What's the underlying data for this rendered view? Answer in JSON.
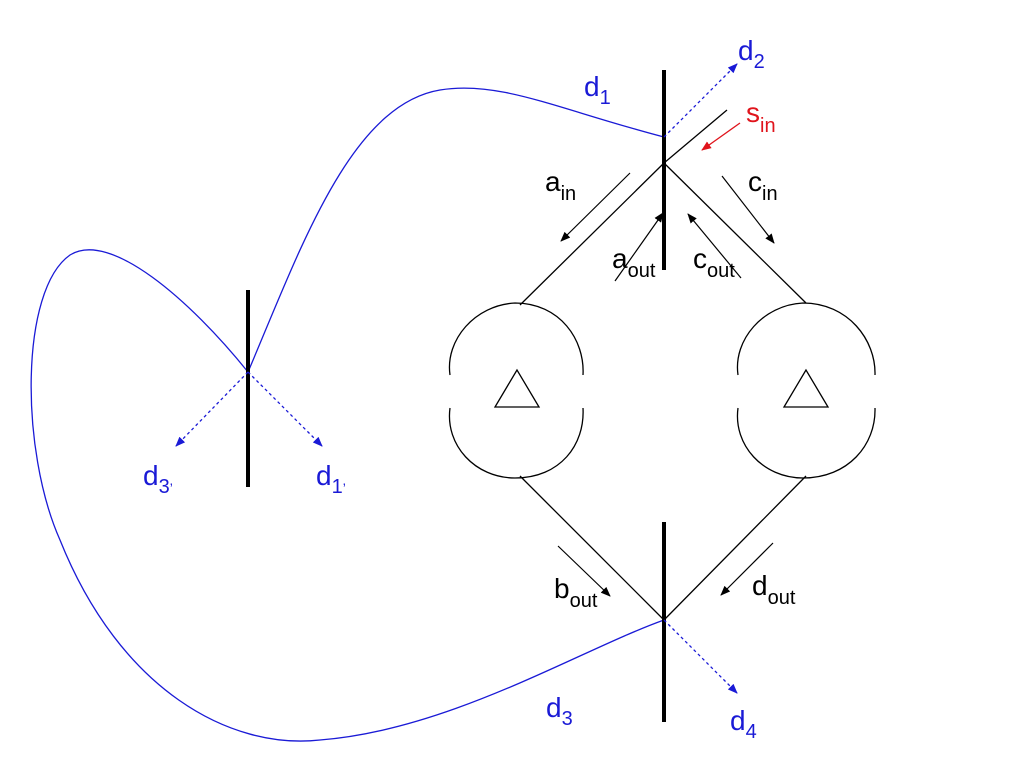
{
  "colors": {
    "black": "#000000",
    "blue": "#1a1ad6",
    "red": "#e0141c"
  },
  "labels": {
    "d1": {
      "base": "d",
      "sub": "1"
    },
    "d2": {
      "base": "d",
      "sub": "2"
    },
    "d3": {
      "base": "d",
      "sub": "3"
    },
    "d4": {
      "base": "d",
      "sub": "4"
    },
    "d3p": {
      "base": "d",
      "sub": "3",
      "prime": "’"
    },
    "d1p": {
      "base": "d",
      "sub": "1",
      "prime": "’"
    },
    "s_in": {
      "base": "s",
      "sub": "in"
    },
    "a_in": {
      "base": "a",
      "sub": "in"
    },
    "a_out": {
      "base": "a",
      "sub": "out"
    },
    "c_in": {
      "base": "c",
      "sub": "in"
    },
    "c_out": {
      "base": "c",
      "sub": "out"
    },
    "b_out": {
      "base": "b",
      "sub": "out"
    },
    "d_out": {
      "base": "d",
      "sub": "out"
    }
  }
}
